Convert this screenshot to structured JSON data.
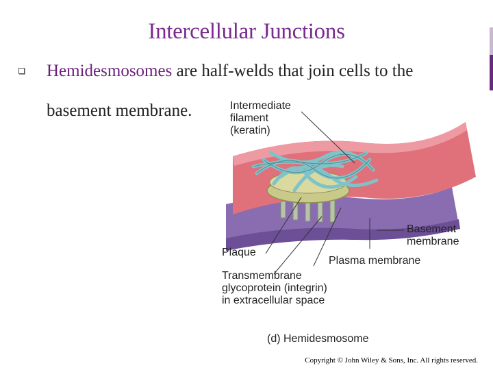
{
  "slide": {
    "title": "Intercellular Junctions",
    "bullet": {
      "keyword": "Hemidesmosomes",
      "text_rest": " are half-welds that join cells to the",
      "text_line2": "basement membrane."
    }
  },
  "figure": {
    "labels": {
      "intermediate_filament": [
        "Intermediate",
        "filament",
        "(keratin)"
      ],
      "basement_membrane": [
        "Basement",
        "membrane"
      ],
      "plaque": "Plaque",
      "plasma_membrane": "Plasma membrane",
      "transmembrane": [
        "Transmembrane",
        "glycoprotein (integrin)",
        "in extracellular space"
      ],
      "caption": "(d) Hemidesmosome"
    },
    "colors": {
      "cell_membrane": "#e0707a",
      "basement_membrane": "#8a6db0",
      "plaque": "#c9c98a",
      "filament": "#7fc3c9"
    }
  },
  "footer": {
    "copyright": "Copyright © John Wiley & Sons, Inc. All rights reserved."
  }
}
